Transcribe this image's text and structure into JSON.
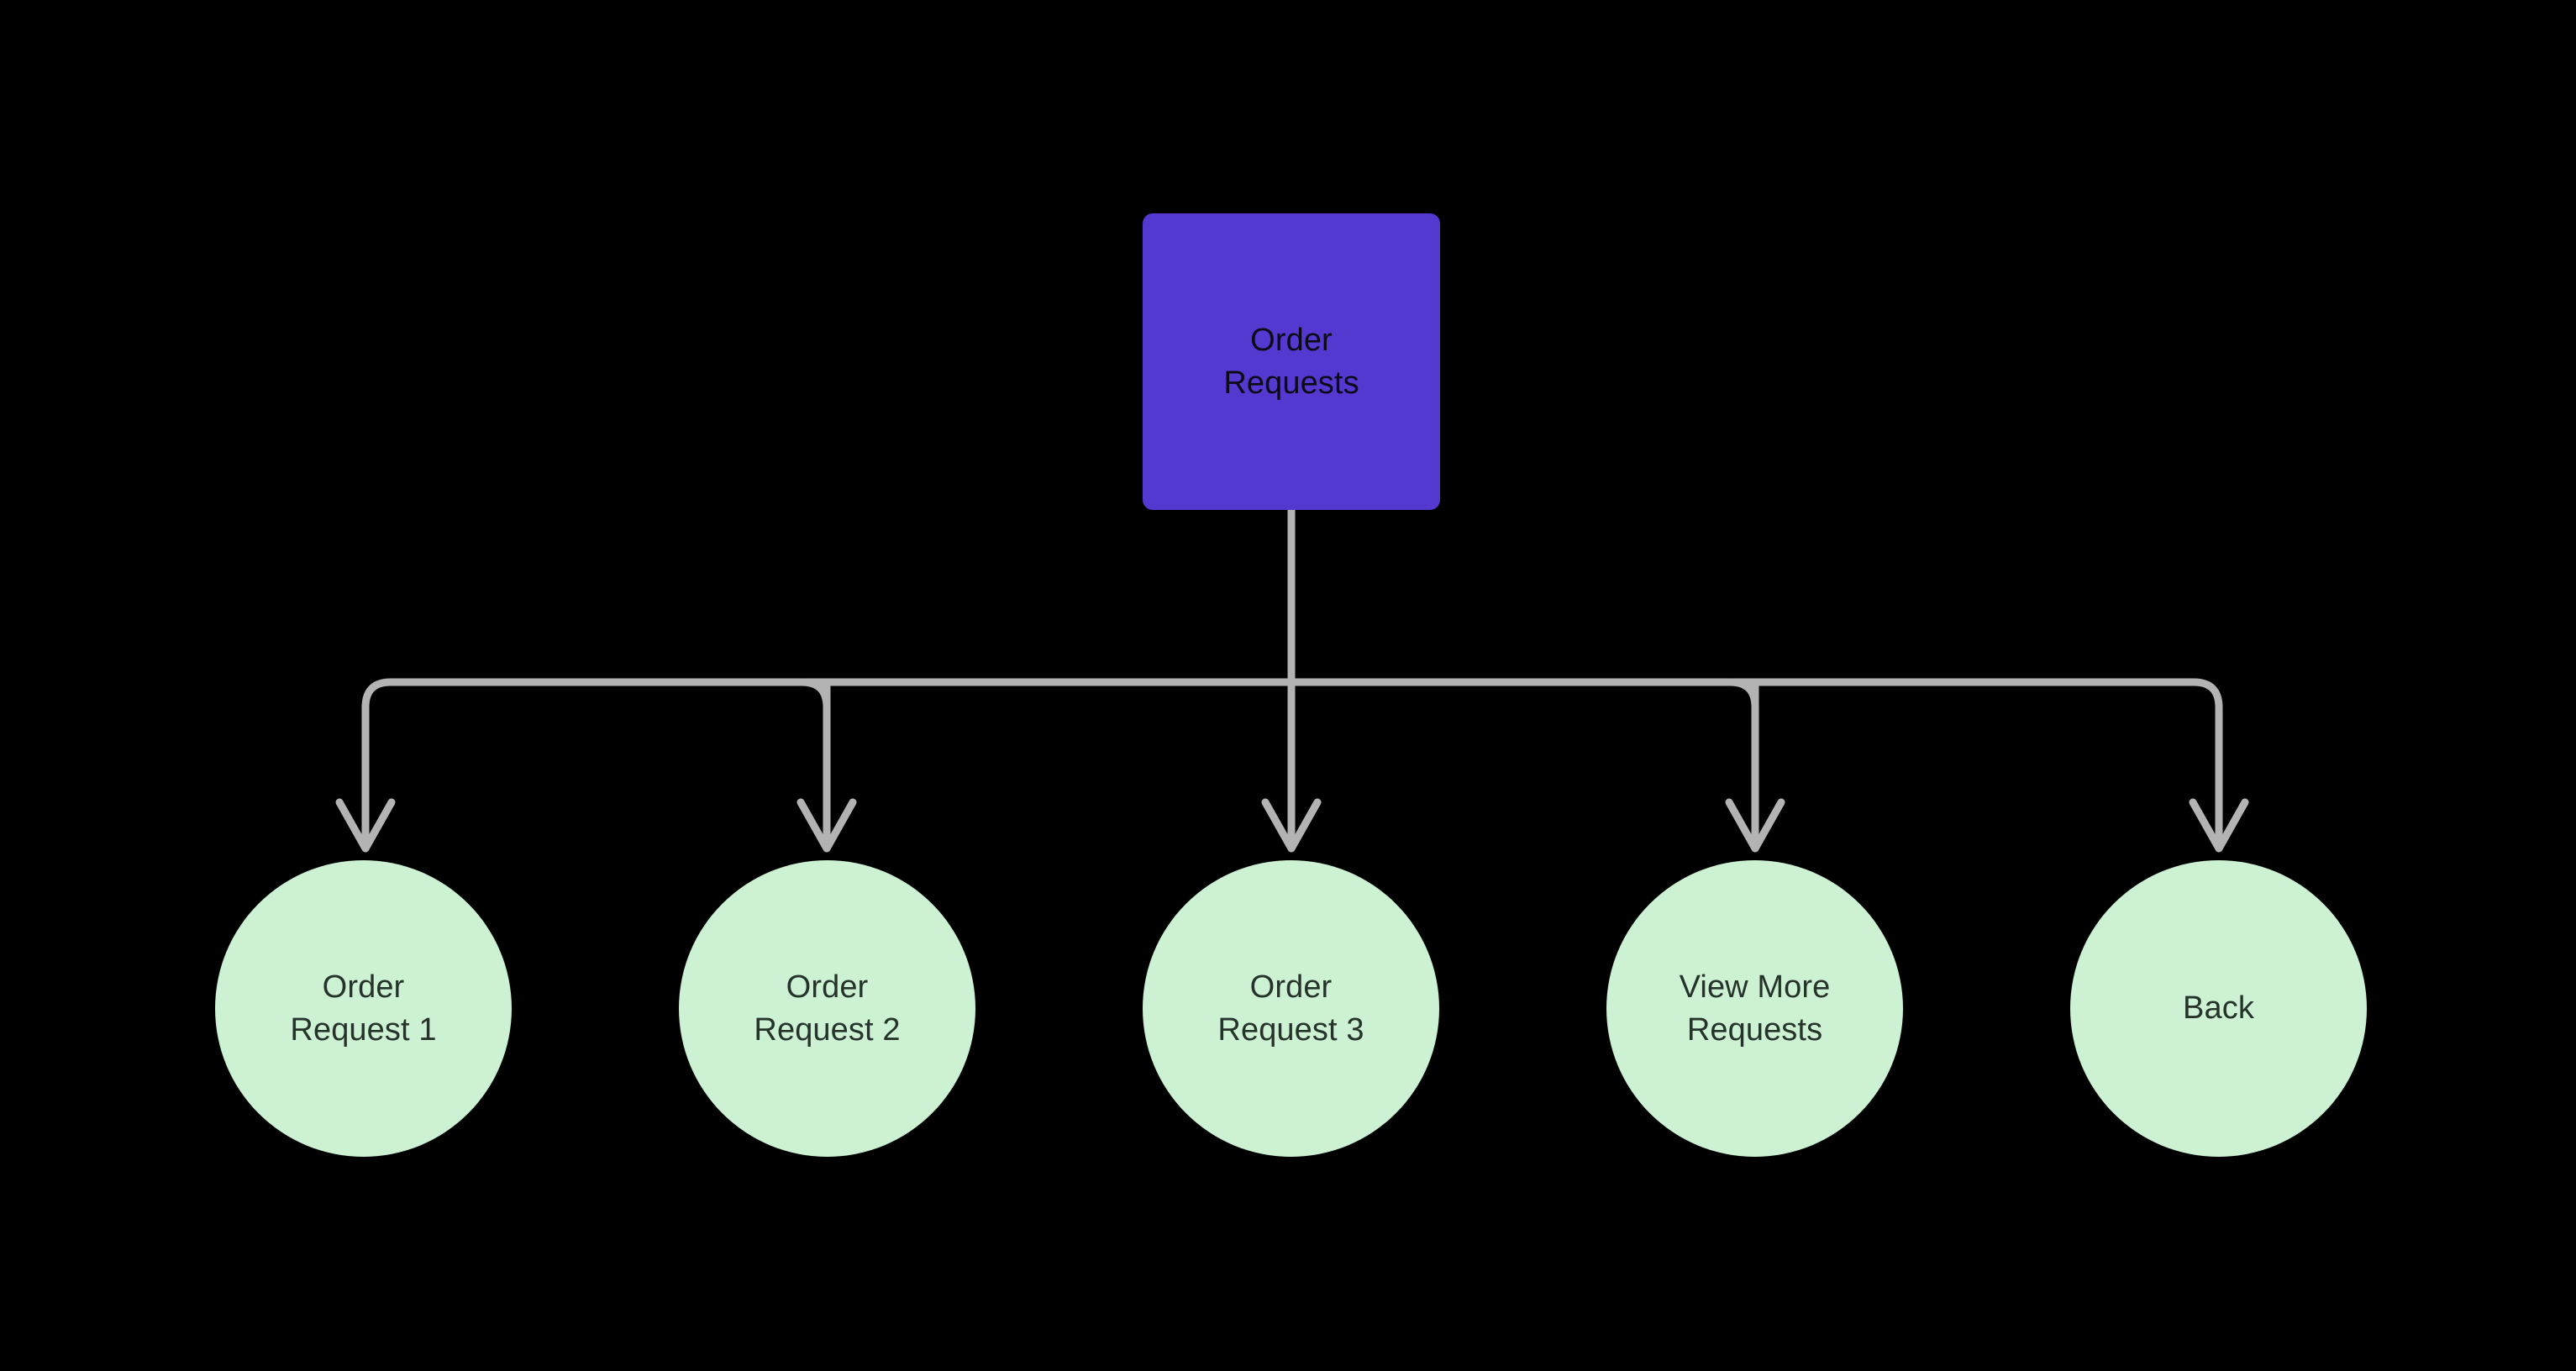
{
  "diagram": {
    "type": "flow-tree",
    "title": "Order Requests navigation tree",
    "background_color": "#000000",
    "edge_color": "#B3B3B3",
    "root": {
      "id": "order-requests",
      "label": "Order\nRequests",
      "shape": "rounded-rectangle",
      "fill_color": "#5438CF",
      "text_color": "#0B0B18"
    },
    "children": [
      {
        "id": "order-request-1",
        "label": "Order\nRequest 1",
        "shape": "circle",
        "fill_color": "#CCF2D3",
        "text_color": "#26332A"
      },
      {
        "id": "order-request-2",
        "label": "Order\nRequest 2",
        "shape": "circle",
        "fill_color": "#CCF2D3",
        "text_color": "#26332A"
      },
      {
        "id": "order-request-3",
        "label": "Order\nRequest 3",
        "shape": "circle",
        "fill_color": "#CCF2D3",
        "text_color": "#26332A"
      },
      {
        "id": "view-more-requests",
        "label": "View More\nRequests",
        "shape": "circle",
        "fill_color": "#CCF2D3",
        "text_color": "#26332A"
      },
      {
        "id": "back",
        "label": "Back",
        "shape": "circle",
        "fill_color": "#CCF2D3",
        "text_color": "#26332A"
      }
    ],
    "edges": [
      {
        "from": "order-requests",
        "to": "order-request-1",
        "arrow": "down"
      },
      {
        "from": "order-requests",
        "to": "order-request-2",
        "arrow": "down"
      },
      {
        "from": "order-requests",
        "to": "order-request-3",
        "arrow": "down"
      },
      {
        "from": "order-requests",
        "to": "view-more-requests",
        "arrow": "down"
      },
      {
        "from": "order-requests",
        "to": "back",
        "arrow": "down"
      }
    ]
  }
}
